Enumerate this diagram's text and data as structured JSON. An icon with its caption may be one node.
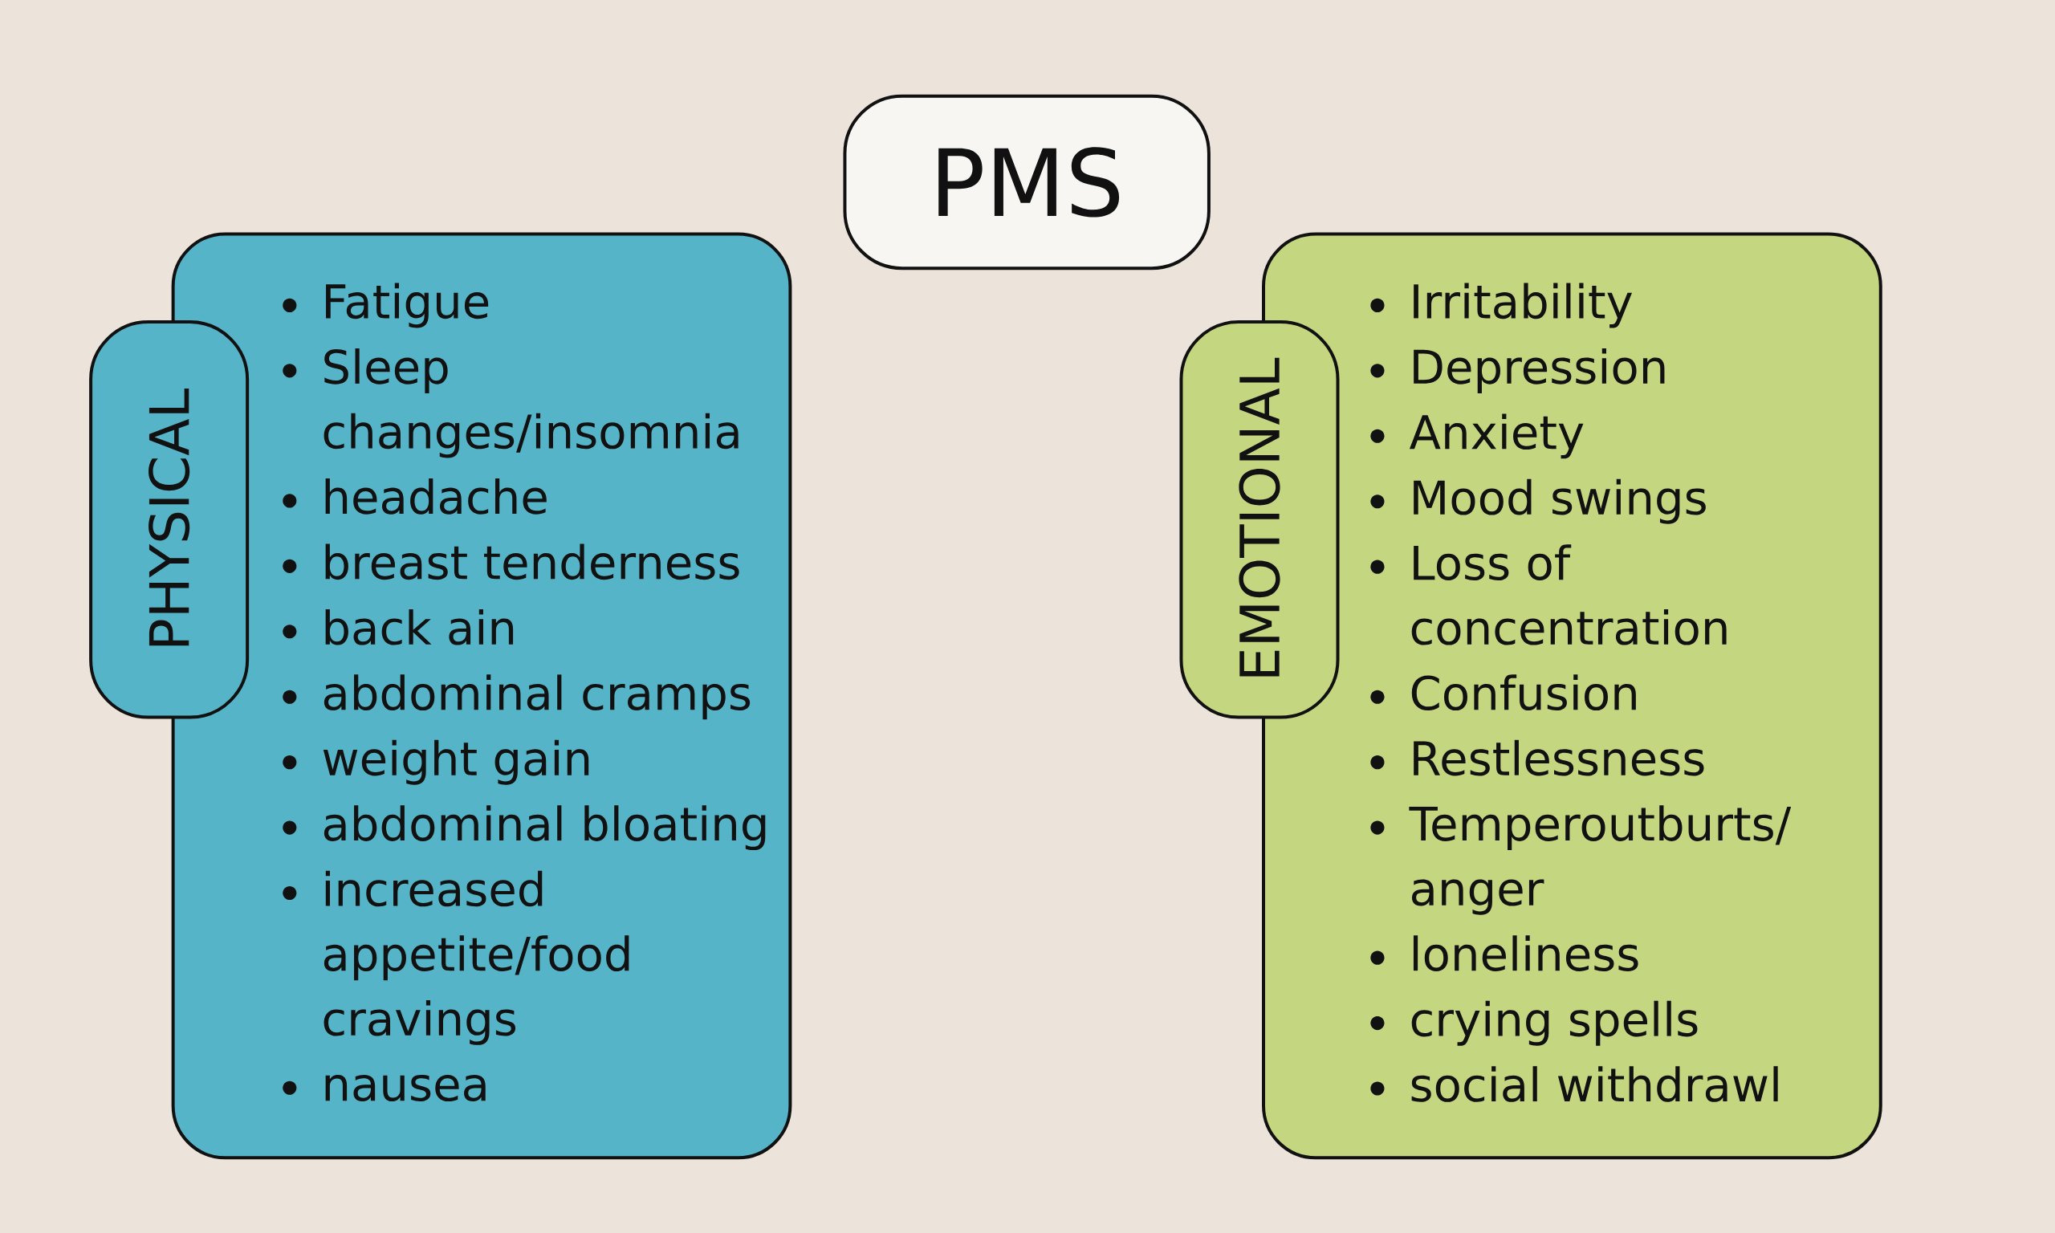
{
  "diagram": {
    "nodes": [
      {
        "text": [
          "PMS"
        ]
      },
      {
        "text": [
          "PHYSICAL"
        ]
      },
      {
        "text": [
          "Fatigue",
          "Sleep changes/insomnia",
          "headache",
          "breast tenderness",
          "back ain",
          "abdominal cramps",
          "weight gain",
          "abdominal bloating",
          "increased appetite/food cravings",
          "nausea"
        ]
      },
      {
        "text": [
          "EMOTIONAL"
        ]
      },
      {
        "text": [
          "Irritability",
          "Depression",
          "Anxiety",
          "Mood swings",
          "Loss of concentration",
          "Confusion",
          "Restlessness",
          "Temperoutburts/anger",
          "loneliness",
          "crying spells",
          "social withdrawl"
        ]
      }
    ]
  }
}
